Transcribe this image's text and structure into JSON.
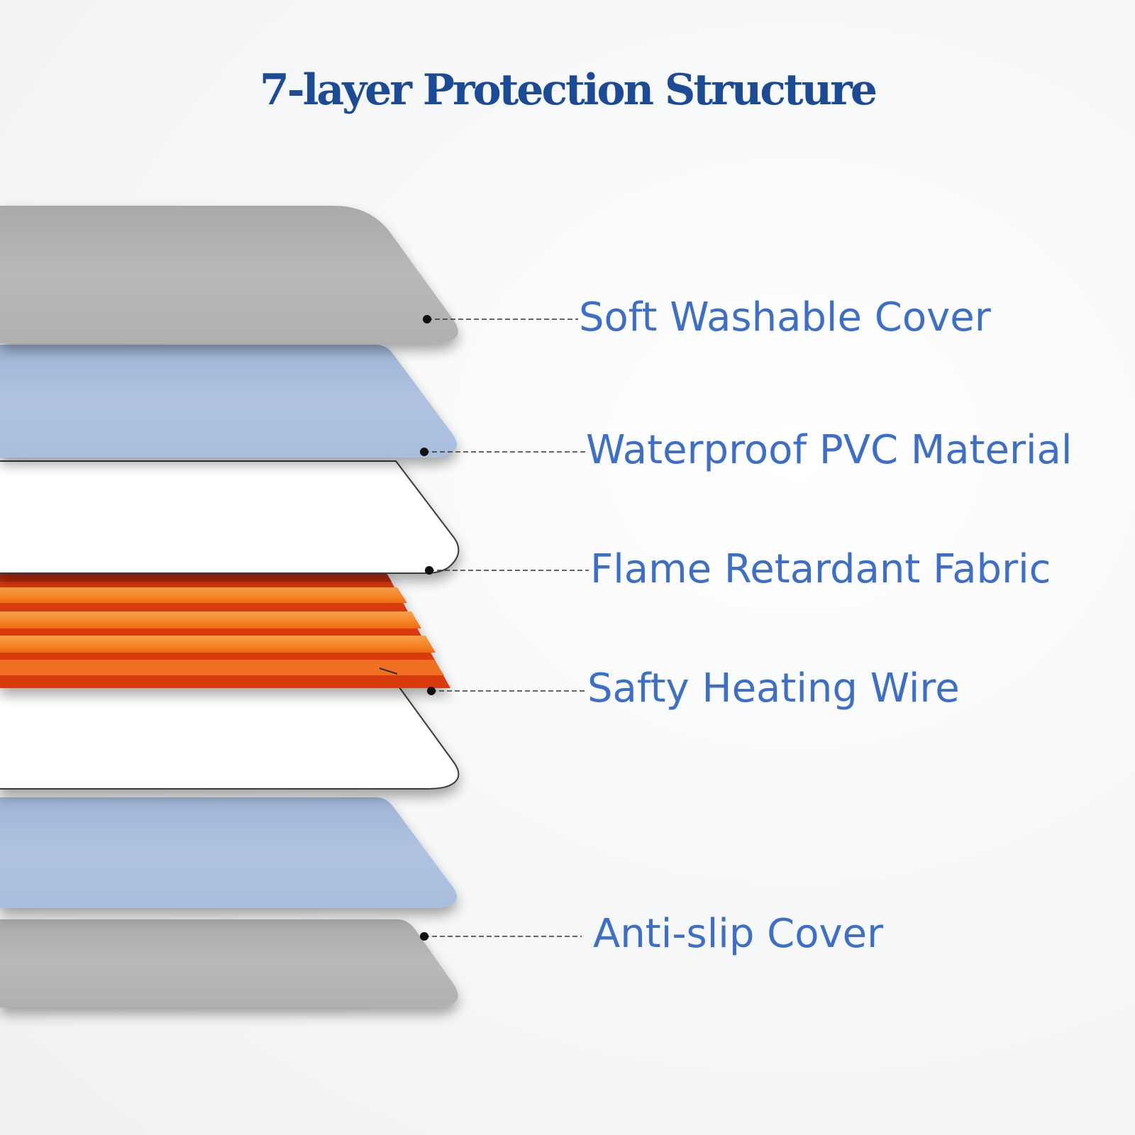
{
  "title": "7-layer Protection Structure",
  "colors": {
    "title": "#1b4a96",
    "label": "#3d6fc8",
    "gray_layer": "#b4b4b4",
    "blue_layer": "#a9bfde",
    "white_layer": "#ffffff",
    "heating_red": "#e8420c",
    "heating_orange": "#f5902e"
  },
  "layers": [
    {
      "name": "Soft Washable Cover",
      "material": "gray"
    },
    {
      "name": "Waterproof PVC Material",
      "material": "blue"
    },
    {
      "name": "Flame Retardant Fabric",
      "material": "white"
    },
    {
      "name": "Safty Heating Wire",
      "material": "heating"
    },
    {
      "name": "",
      "material": "white"
    },
    {
      "name": "",
      "material": "blue"
    },
    {
      "name": "Anti-slip Cover",
      "material": "gray"
    }
  ],
  "labels": {
    "cover": "Soft Washable Cover",
    "pvc": "Waterproof PVC Material",
    "fabric": "Flame Retardant Fabric",
    "wire": "Safty Heating Wire",
    "antislip": "Anti-slip Cover"
  }
}
